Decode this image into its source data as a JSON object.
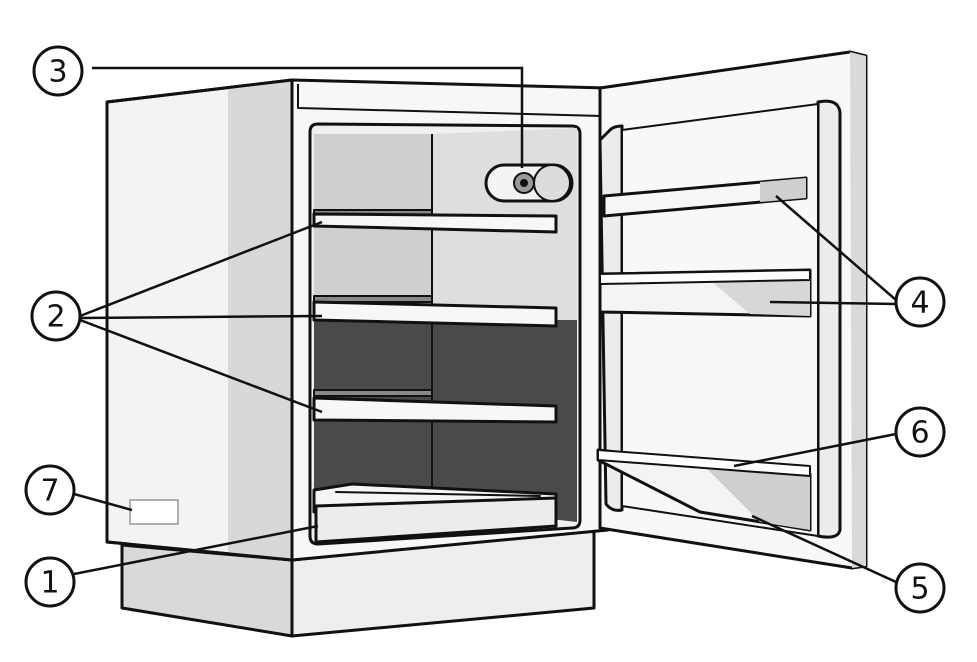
{
  "colors": {
    "outline": "#111111",
    "background": "#ffffff",
    "cabinet_side": "#f2f2f2",
    "cabinet_shade": "#d6d6d6",
    "plinth": "#dcdcdc",
    "interior_light": "#cfcfcf",
    "interior_dark": "#4a4a4a",
    "shelf": "#f6f6f6",
    "door": "#f7f7f7"
  },
  "callouts": [
    {
      "id": "callout-1",
      "label": "1"
    },
    {
      "id": "callout-2",
      "label": "2"
    },
    {
      "id": "callout-3",
      "label": "3"
    },
    {
      "id": "callout-4",
      "label": "4"
    },
    {
      "id": "callout-5",
      "label": "5"
    },
    {
      "id": "callout-6",
      "label": "6"
    },
    {
      "id": "callout-7",
      "label": "7"
    }
  ]
}
